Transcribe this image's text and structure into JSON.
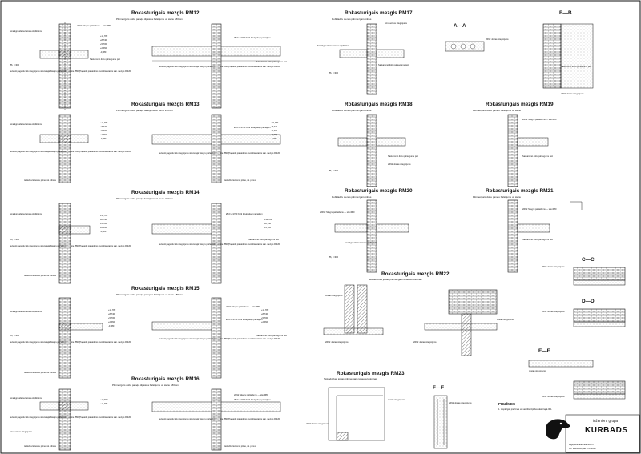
{
  "details": {
    "rm12": {
      "title": "Rokasturigais mezgls RM12",
      "subtitle": "Pilnmezgars dobu paneļu dipsādja balstijums uz sienu 180mm",
      "levels": [
        "+11,780",
        "+8,740",
        "+5,700",
        "+2,660",
        "-0,380"
      ]
    },
    "rm13": {
      "title": "Rokasturigais mezgls RM13",
      "subtitle": "Pilnmezgars dobu paneļu balstijums uz sienu 240mm",
      "levels": [
        "+11,780",
        "+8,740",
        "+5,700",
        "+2,660",
        "-0,380"
      ]
    },
    "rm14": {
      "title": "Rokasturigais mezgls RM14",
      "subtitle": "Pilnmezgars dobu paneļu balstijums uz sienu 240mm",
      "levels": [
        "+11,780",
        "+8,740",
        "+5,700",
        "+2,660",
        "-0,380"
      ]
    },
    "rm15": {
      "title": "Rokasturigais mezgls RM15",
      "subtitle": "Pilnmezgars dobu paneļu pacejma balstijums uz sienu 180mm",
      "levels": [
        "+11,780",
        "+8,740",
        "+5,700",
        "+2,660",
        "-0,380"
      ]
    },
    "rm16": {
      "title": "Rokasturigais mezgls RM16",
      "subtitle": "Pilnmezgars dobu paneļu dipsādja balstijums uz sienu 180mm",
      "levels": [
        "+14,600",
        "+11,780"
      ]
    },
    "rm17": {
      "title": "Rokasturigais mezgls RM17",
      "subtitle": "Dobkladžu sienas pilnmezgars pilnes"
    },
    "rm18": {
      "title": "Rokasturigais mezgls RM18",
      "subtitle": "Dobkladžu sienas pilnmezgars pilnes"
    },
    "rm19": {
      "title": "Rokasturigais mezgls RM19",
      "subtitle": "Pilnmezgars dobu paneļu balstijums uz sienu"
    },
    "rm20": {
      "title": "Rokasturigais mezgls RM20",
      "subtitle": "Dobkladžu sienas pilnmezgars pilnes"
    },
    "rm21": {
      "title": "Rokasturigais mezgls RM21",
      "subtitle": "Pilnmezgars dobu paneļu balstijums uz sienu"
    },
    "rm22": {
      "title": "Rokasturigais mezgls RM22",
      "subtitle": "Siokodvirkas jostas pilnmezgars tērauda kolonnas"
    },
    "rm23": {
      "title": "Rokasturigais mezgls RM23",
      "subtitle": "Siokodvirkas jostas pilnmezgars tērauda kolonnas"
    }
  },
  "sections": {
    "aa": "A—A",
    "bb": "B—B",
    "cc": "C—C",
    "dd": "D—D",
    "ee": "E—E",
    "ff": "F—F"
  },
  "labels": {
    "wall_left": "Smalkgraudaina betona sliplikšūns",
    "joint": "2Ø12 Stiegru pārlaidums — stie Ø80",
    "seam": "Saskarsmē dobu pārsegumu pēc",
    "anchor": "Ø10 L=1700 Kalti šuvēj stiegi pamājiem",
    "ring": "Ø6, s=300",
    "note_monolith": "Ievietoti pagaidu tāls stiegrojums siksnotajā Stiegru pārlaidums — stie Ø80 (Pagaidu pārlaidums monolita stainis stai. mezgls RM20)",
    "bottom": "Ieslēdza lietusmu pilme, sk. pilmus",
    "armature": "Armouotītus stiegrojums",
    "lintel": "Jostas stiegrojums",
    "tie": "2Ø12 Jostas stiegrojums",
    "notes_title": "PIEZĪMES",
    "note_1": "1. Vispārīgās piezīmes un saistība izpildes skatīt lapā 001."
  },
  "company": {
    "name": "KURBADS",
    "group": "inženieru grupa",
    "address": "Rīga, Mūrnieku iela 52b-17",
    "contacts": "tālr. 29000340, fax 67374640"
  },
  "colors": {
    "ink": "#111111",
    "paper": "#ffffff"
  }
}
